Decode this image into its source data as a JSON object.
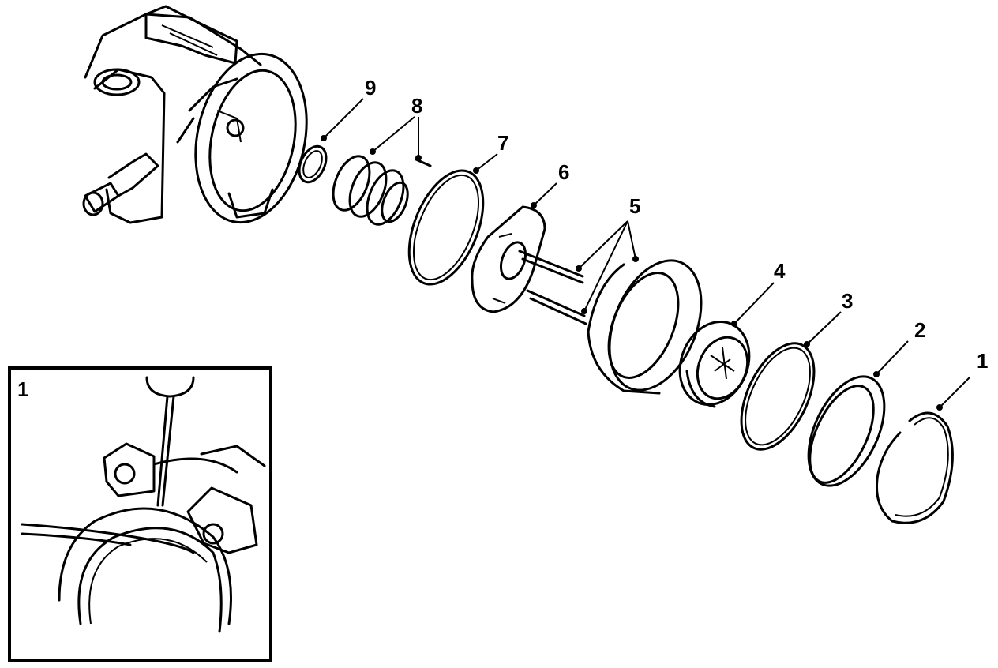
{
  "callouts": [
    {
      "id": "1",
      "label": "1"
    },
    {
      "id": "2",
      "label": "2"
    },
    {
      "id": "3",
      "label": "3"
    },
    {
      "id": "4",
      "label": "4"
    },
    {
      "id": "5",
      "label": "5"
    },
    {
      "id": "6",
      "label": "6"
    },
    {
      "id": "7",
      "label": "7"
    },
    {
      "id": "8",
      "label": "8"
    },
    {
      "id": "9",
      "label": "9"
    }
  ],
  "inset": {
    "label": "1"
  }
}
